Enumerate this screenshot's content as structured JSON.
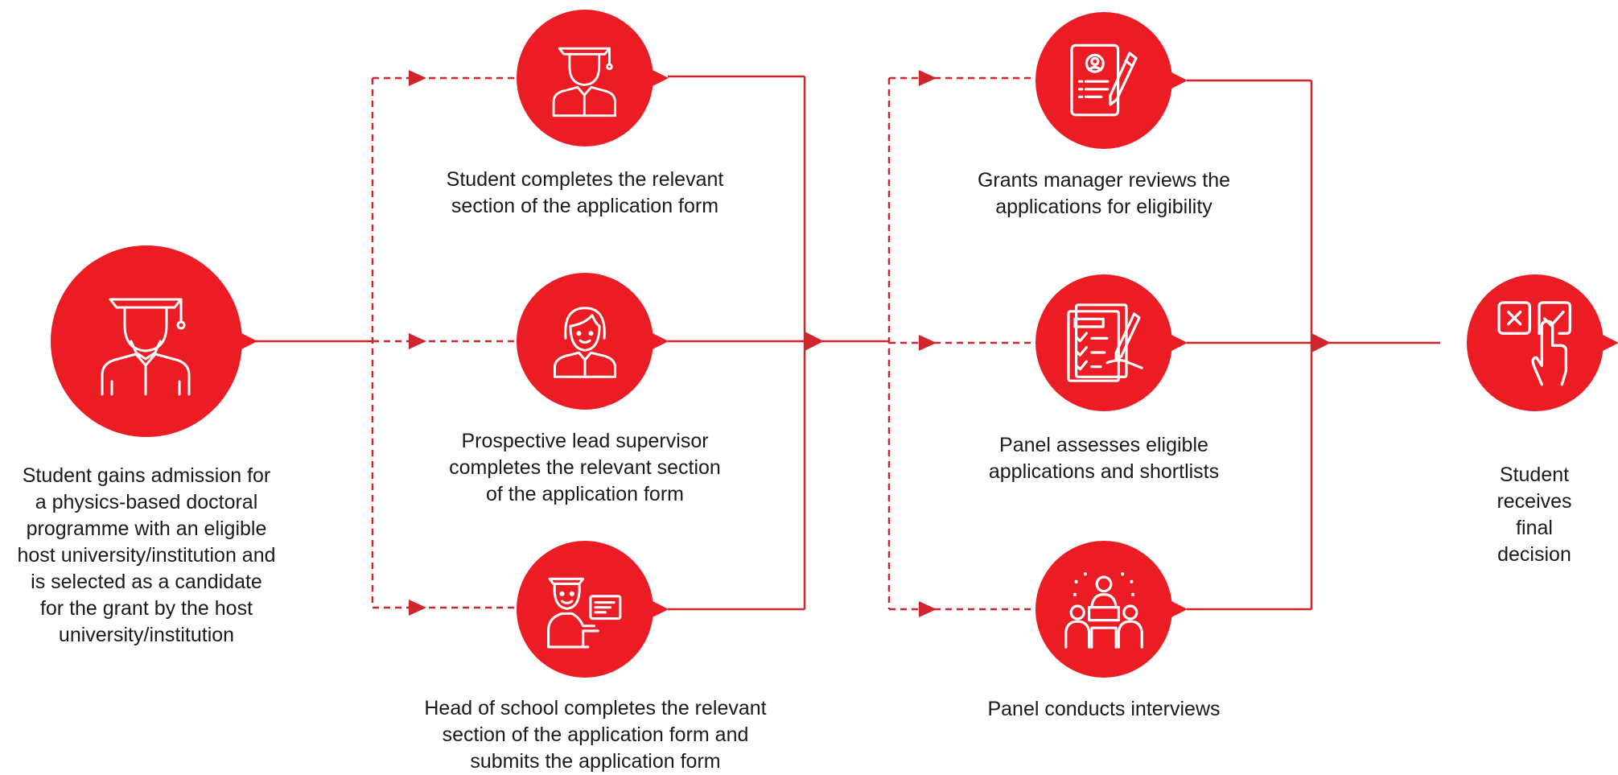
{
  "colors": {
    "accent": "#ec1c24",
    "line": "#d1252e",
    "text": "#1a1a1a"
  },
  "steps": [
    {
      "id": "start",
      "icon": "graduate-student-icon",
      "label": "Student gains admission for\na physics-based doctoral\nprogramme with an eligible\nhost university/institution and\nis selected as a candidate\nfor the grant by the host\nuniversity/institution"
    },
    {
      "id": "student-form",
      "icon": "graduate-student-icon",
      "label": "Student completes the relevant\nsection of the application form"
    },
    {
      "id": "supervisor-form",
      "icon": "supervisor-icon",
      "label": "Prospective lead supervisor\ncompletes the relevant section\nof the application form"
    },
    {
      "id": "head-form",
      "icon": "teacher-presenting-icon",
      "label": "Head of school completes the relevant\nsection of the application form and\nsubmits the application form"
    },
    {
      "id": "eligibility",
      "icon": "application-form-review-icon",
      "label": "Grants manager reviews the\napplications for eligibility"
    },
    {
      "id": "shortlist",
      "icon": "checklist-assessment-icon",
      "label": "Panel assesses eligible\napplications and shortlists"
    },
    {
      "id": "interviews",
      "icon": "panel-interview-icon",
      "label": "Panel conducts interviews"
    },
    {
      "id": "decision",
      "icon": "decision-touch-icon",
      "label": "Student receives\nfinal decision"
    }
  ]
}
